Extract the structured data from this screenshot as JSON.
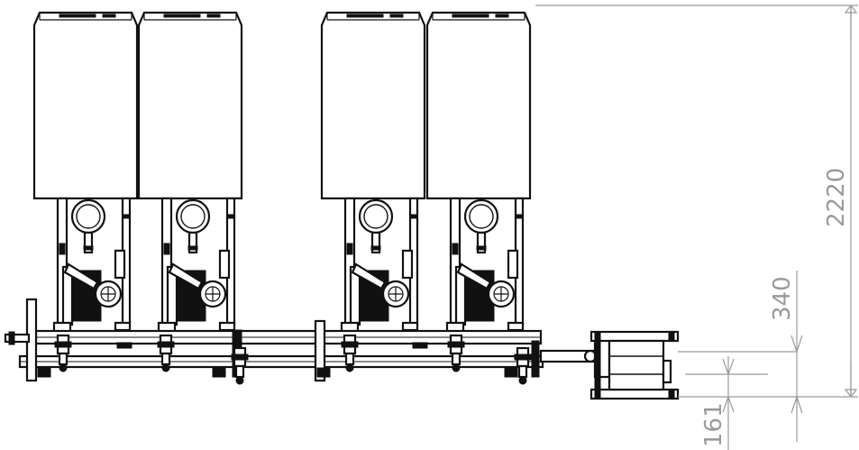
{
  "drawing": {
    "units_count": 4,
    "dimensions": {
      "overall_height": "2220",
      "manifold_height": "340",
      "inlet_height": "161"
    },
    "line_color": "#111111",
    "dimension_color": "#9a9a9a"
  }
}
